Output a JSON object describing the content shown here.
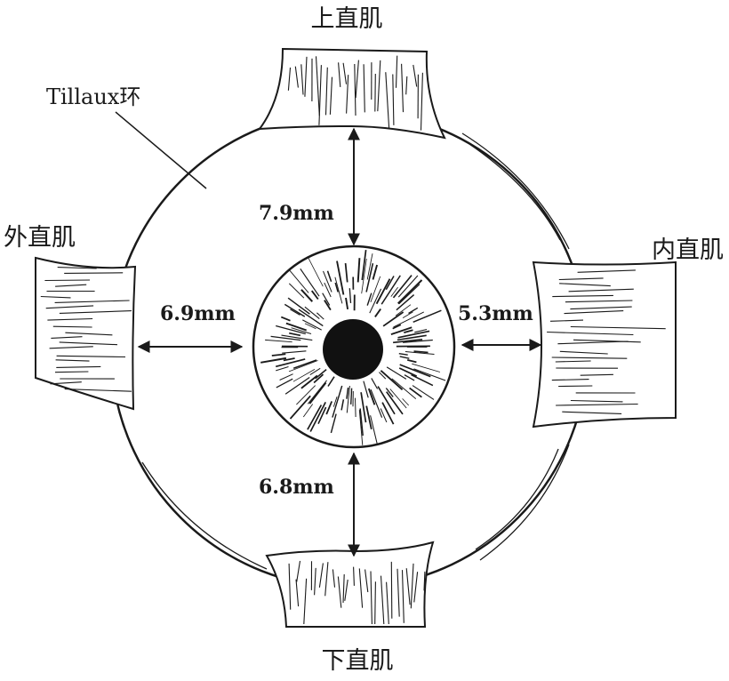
{
  "labels": {
    "superior_rectus": "上直肌",
    "inferior_rectus": "下直肌",
    "lateral_rectus": "外直肌",
    "medial_rectus": "内直肌",
    "tillaux_ring": "Tillaux环"
  },
  "distances": {
    "superior": "7.9mm",
    "inferior": "6.8mm",
    "lateral": "6.9mm",
    "medial": "5.3mm"
  },
  "colors": {
    "ink": "#1a1a1a",
    "pupil": "#111111",
    "background": "#ffffff"
  }
}
